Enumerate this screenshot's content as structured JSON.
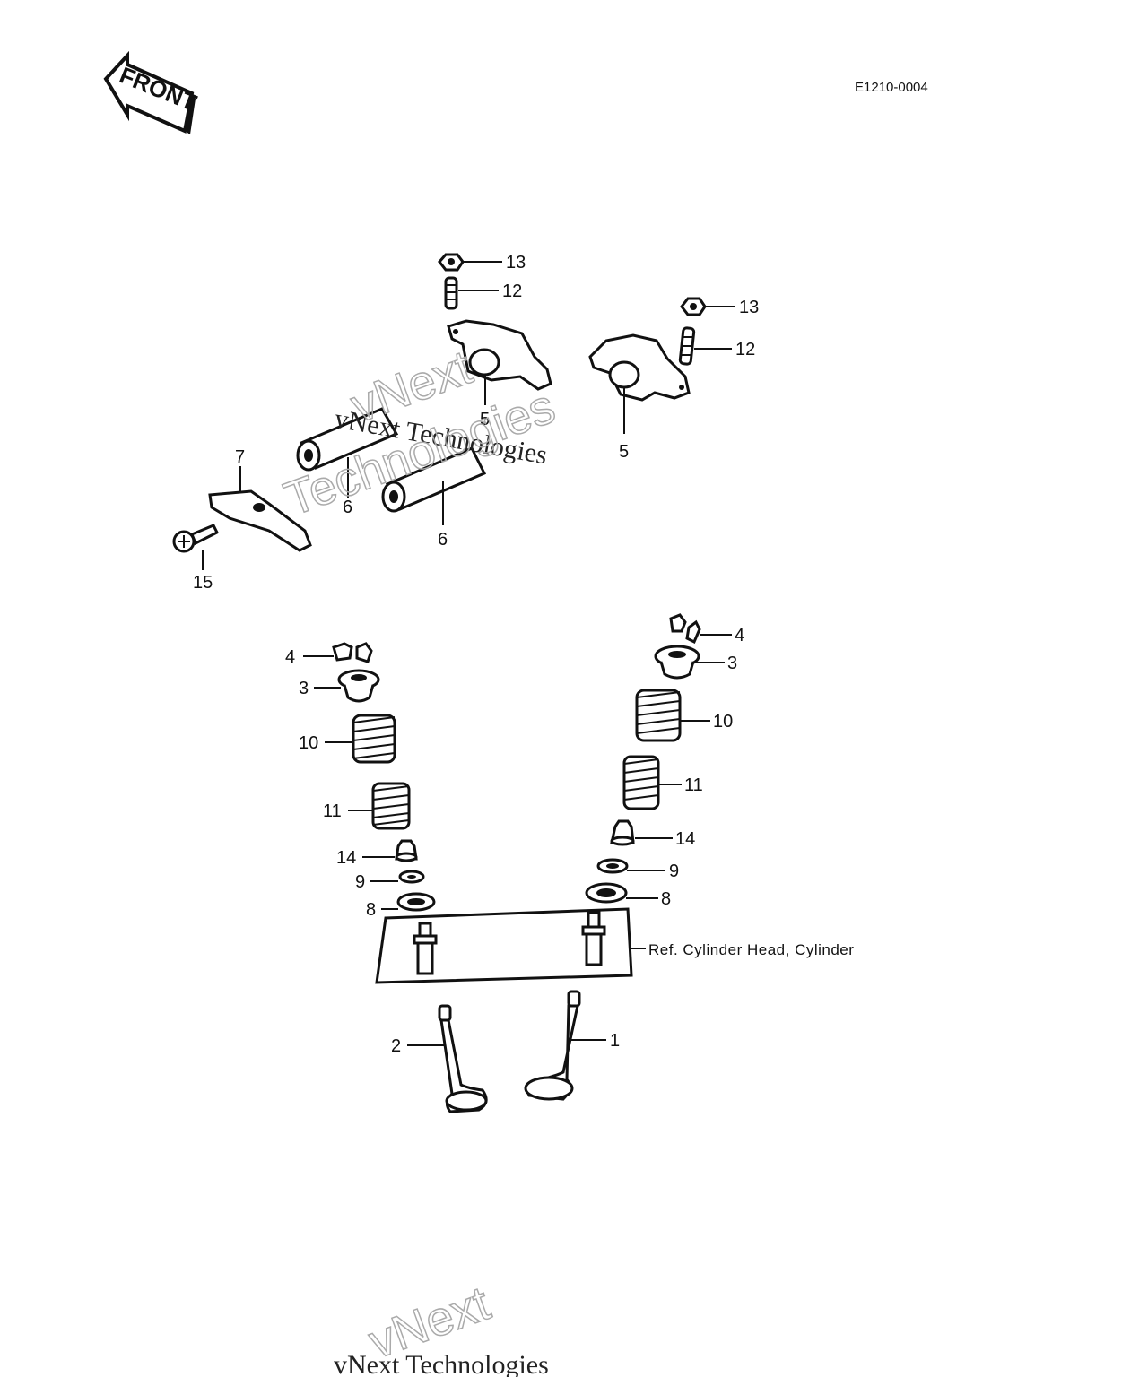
{
  "header": {
    "front_label": "FRONT",
    "drawing_code": "E1210-0004"
  },
  "reference_note": "Ref. Cylinder Head, Cylinder",
  "watermark": {
    "primary": "vNext Technologies",
    "outline_line1": "vNext",
    "outline_line2": "Technologies"
  },
  "callouts": {
    "c1": "1",
    "c2": "2",
    "c3_left": "3",
    "c3_right": "3",
    "c4_left": "4",
    "c4_right": "4",
    "c5_left": "5",
    "c5_right": "5",
    "c6_upper": "6",
    "c6_lower": "6",
    "c7": "7",
    "c8_left": "8",
    "c8_right": "8",
    "c9_left": "9",
    "c9_right": "9",
    "c10_left": "10",
    "c10_right": "10",
    "c11_left": "11",
    "c11_right": "11",
    "c12_left": "12",
    "c12_right": "12",
    "c13_left": "13",
    "c13_right": "13",
    "c14_left": "14",
    "c14_right": "14",
    "c15": "15"
  }
}
